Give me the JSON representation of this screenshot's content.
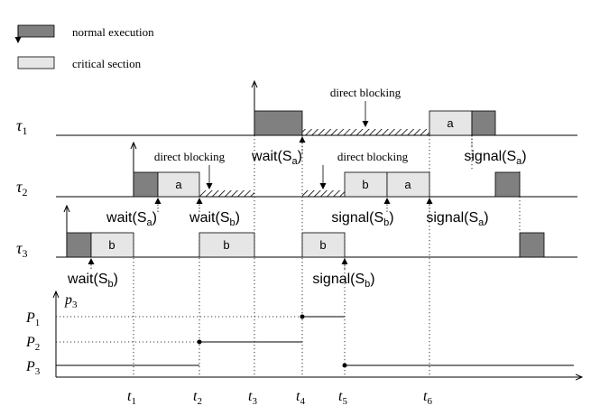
{
  "legend": {
    "normal_label": "normal execution",
    "critical_label": "critical section"
  },
  "colors": {
    "normal": "#808080",
    "critical": "#e6e6e6",
    "line": "#000000"
  },
  "tasks": {
    "t1": {
      "base": "τ",
      "sub": "1"
    },
    "t2": {
      "base": "τ",
      "sub": "2"
    },
    "t3": {
      "base": "τ",
      "sub": "3"
    }
  },
  "section_letters": {
    "a": "a",
    "b": "b"
  },
  "annotations": {
    "direct_blocking": "direct blocking",
    "wait": "wait(S",
    "signal": "signal(S",
    "close": ")",
    "sa": "a",
    "sb": "b"
  },
  "priority_axis": {
    "label_base": "p",
    "label_sub": "3",
    "levels": [
      {
        "base": "P",
        "sub": "1"
      },
      {
        "base": "P",
        "sub": "2"
      },
      {
        "base": "P",
        "sub": "3"
      }
    ]
  },
  "time_ticks": [
    {
      "base": "t",
      "sub": "1"
    },
    {
      "base": "t",
      "sub": "2"
    },
    {
      "base": "t",
      "sub": "3"
    },
    {
      "base": "t",
      "sub": "4"
    },
    {
      "base": "t",
      "sub": "5"
    },
    {
      "base": "t",
      "sub": "6"
    }
  ]
}
